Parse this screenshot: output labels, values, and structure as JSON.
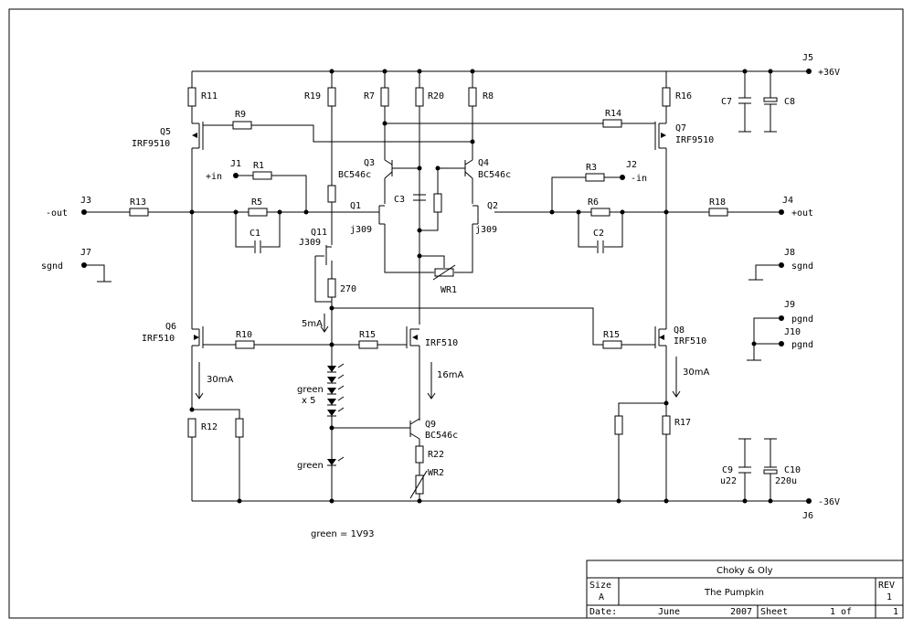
{
  "connectors": {
    "j1": {
      "ref": "J1",
      "label": "+in"
    },
    "j2": {
      "ref": "J2",
      "label": "-in"
    },
    "j3": {
      "ref": "J3",
      "label": "-out"
    },
    "j4": {
      "ref": "J4",
      "label": "+out"
    },
    "j5": {
      "ref": "J5",
      "label": "+36V"
    },
    "j6": {
      "ref": "J6",
      "label": "-36V"
    },
    "j7": {
      "ref": "J7",
      "label": "sgnd"
    },
    "j8": {
      "ref": "J8",
      "label": "sgnd"
    },
    "j9": {
      "ref": "J9",
      "label": "pgnd"
    },
    "j10": {
      "ref": "J10",
      "label": "pgnd"
    }
  },
  "resistors": {
    "r1": "R1",
    "r3": "R3",
    "r5": "R5",
    "r6": "R6",
    "r7": "R7",
    "r8": "R8",
    "r9": "R9",
    "r10": "R10",
    "r11": "R11",
    "r12": "R12",
    "r13": "R13",
    "r14": "R14",
    "r15a": "R15",
    "r15b": "R15",
    "r16": "R16",
    "r17": "R17",
    "r18": "R18",
    "r19": "R19",
    "r20": "R20",
    "r22": "R22",
    "r270": "270"
  },
  "capacitors": {
    "c1": "C1",
    "c2": "C2",
    "c3": "C3",
    "c7": "C7",
    "c8": "C8",
    "c9": "C9",
    "c9_value": "u22",
    "c10": "C10",
    "c10_value": "220u"
  },
  "transistors": {
    "q1": {
      "ref": "Q1",
      "type": "j309"
    },
    "q2": {
      "ref": "Q2",
      "type": "j309"
    },
    "q3": {
      "ref": "Q3",
      "type": "BC546c"
    },
    "q4": {
      "ref": "Q4",
      "type": "BC546c"
    },
    "q5": {
      "ref": "Q5",
      "type": "IRF9510"
    },
    "q6": {
      "ref": "Q6",
      "type": "IRF510"
    },
    "q7": {
      "ref": "Q7",
      "type": "IRF9510"
    },
    "q8": {
      "ref": "Q8",
      "type": "IRF510"
    },
    "q9": {
      "ref": "Q9",
      "type": "BC546c"
    },
    "q10_type": "IRF510",
    "q11": {
      "ref": "Q11",
      "type": "J309"
    }
  },
  "trimmers": {
    "wr1": "WR1",
    "wr2": "WR2"
  },
  "annotations": {
    "green_x5_a": "green",
    "green_x5_b": "x 5",
    "green_single": "green",
    "current_5ma": "5mA",
    "current_30ma_left": "30mA",
    "current_16ma": "16mA",
    "current_30ma_right": "30mA",
    "green_note": "green = 1V93"
  },
  "title_block": {
    "company": "Choky & Oly",
    "size_label": "Size",
    "size_value": "A",
    "title": "The Pumpkin",
    "rev_label": "REV",
    "rev_value": "1",
    "date_label": "Date:",
    "date_month": "June",
    "date_year": "2007",
    "sheet_label": "Sheet",
    "sheet_value": "1 of",
    "sheet_total": "1"
  }
}
